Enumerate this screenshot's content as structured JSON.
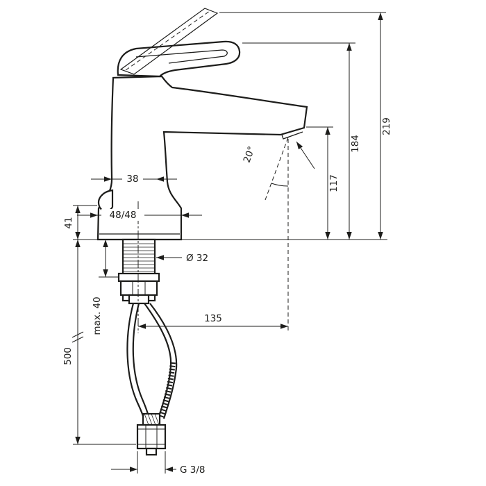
{
  "page": {
    "background": "#ffffff",
    "line_color": "#1d1d1b"
  },
  "diagram": {
    "type": "technical-drawing",
    "subject": "single-lever basin mixer faucet with dimension annotations",
    "dimensions": {
      "total_height": "219",
      "handle_height": "184",
      "outlet_height": "117",
      "angle": "20°",
      "width_top": "38",
      "width_base": "48/48",
      "base_height": "41",
      "shaft_diameter": "Ø 32",
      "max_mount": "max. 40",
      "hose_length": "500",
      "reach": "135",
      "thread": "G 3/8"
    }
  }
}
